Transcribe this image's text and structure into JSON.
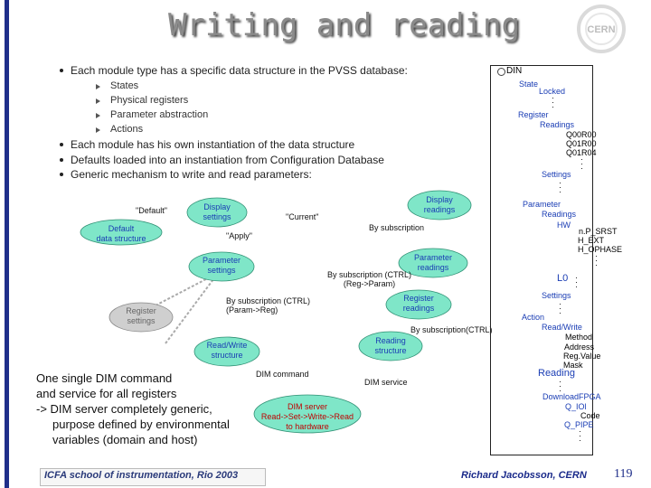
{
  "title": "Writing and reading",
  "logo_text": "CERN",
  "bullets": [
    "Each module type has a specific data structure in  the PVSS database:",
    "Each module has his own instantiation of the data structure",
    "Defaults loaded into an instantiation from Configuration Database",
    "Generic mechanism to write and read parameters:"
  ],
  "sub_bullets": [
    "States",
    "Physical registers",
    "Parameter abstraction",
    "Actions"
  ],
  "diagram": {
    "default_quote": "\"Default\"",
    "default_data": [
      "Default",
      "data structure"
    ],
    "display_settings": [
      "Display",
      "settings"
    ],
    "current_quote": "\"Current\"",
    "display_readings": [
      "Display",
      "readings"
    ],
    "apply": "\"Apply\"",
    "by_subscription": "By subscription",
    "parameter_settings": [
      "Parameter",
      "settings"
    ],
    "parameter_readings": [
      "Parameter",
      "readings"
    ],
    "by_sub_ctrl_reg_param": [
      "By subscription (CTRL)",
      "(Reg->Param)"
    ],
    "by_sub_ctrl_param_reg": [
      "By subscription (CTRL)",
      "(Param->Reg)"
    ],
    "register_settings": [
      "Register",
      "settings"
    ],
    "register_readings": [
      "Register",
      "readings"
    ],
    "by_sub_ctrl": "By subscription(CTRL)",
    "reading_structure": [
      "Reading",
      "structure"
    ],
    "readwrite_structure": [
      "Read/Write",
      "structure"
    ],
    "dim_command": "DIM command",
    "dim_service": "DIM service",
    "dim_server": [
      "DIM server",
      "Read->Set->Write->Read",
      "to hardware"
    ]
  },
  "big_text": [
    "One single DIM command",
    "and service for all registers",
    "-> DIM server completely generic,",
    "purpose defined by environmental",
    "variables (domain and host)"
  ],
  "right_panel": {
    "din": "DIN",
    "state": "State",
    "locked": "Locked",
    "register": "Register",
    "readings": "Readings",
    "q_items": [
      "Q00R00",
      "Q01R00",
      "Q01R04"
    ],
    "settings1": "Settings",
    "parameter": "Parameter",
    "p_readings": "Readings",
    "hw": "HW",
    "hw_items": [
      "n.P_SRST",
      "H_EXT",
      "H_OPHASE"
    ],
    "l0": "L0",
    "settings2": "Settings",
    "action": "Action",
    "readwrite": "Read/Write",
    "rw_items": [
      "Method",
      "Address",
      "Reg.Value",
      "Mask"
    ],
    "reading": "Reading",
    "download": "DownloadFPGA",
    "q_iol": "Q_IOl",
    "code": "Code",
    "q_pipe": "Q_PIPE"
  },
  "footer": {
    "left": "ICFA school of instrumentation, Rio 2003",
    "author": "Richard Jacobsson, CERN",
    "page": "119"
  },
  "colors": {
    "accent_blue": "#1a3db4",
    "bubble_green": "#7fe6c8",
    "bubble_grey": "#c8c8c8",
    "rule_navy": "#1f2f8a",
    "red": "#c00000"
  }
}
